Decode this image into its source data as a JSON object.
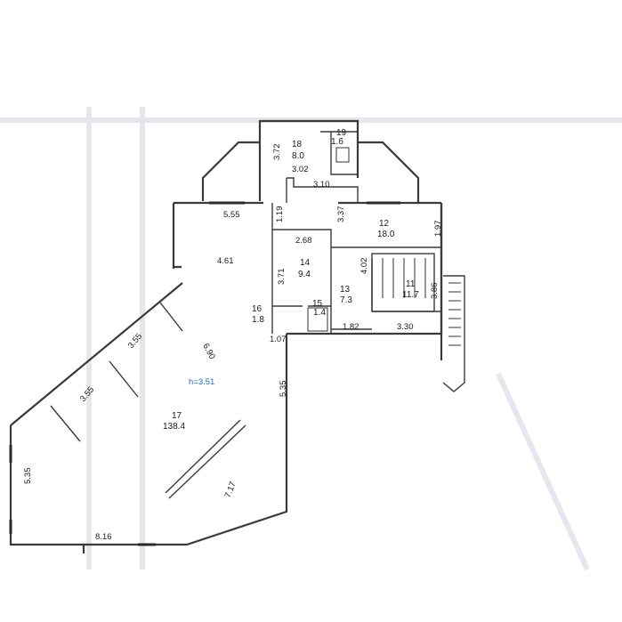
{
  "height_label": "h=3.51",
  "rooms": [
    {
      "number": "11",
      "area": "11.7"
    },
    {
      "number": "12",
      "area": "18.0"
    },
    {
      "number": "13",
      "area": "7.3"
    },
    {
      "number": "14",
      "area": "9.4"
    },
    {
      "number": "15",
      "area": "1.4"
    },
    {
      "number": "16",
      "area": "1.8"
    },
    {
      "number": "17",
      "area": "138.4"
    },
    {
      "number": "18",
      "area": "8.0"
    },
    {
      "number": "19",
      "area": "1.6"
    }
  ],
  "dimensions": {
    "d372": "3.72",
    "d302": "3.02",
    "d310": "3.10",
    "d555_top": "5.55",
    "d119": "1.19",
    "d337": "3.37",
    "d197": "1.97",
    "d268": "2.68",
    "d461": "4.61",
    "d371": "3.71",
    "d402": "4.02",
    "d386": "3.86",
    "d182": "1.82",
    "d330": "3.30",
    "d107": "1.07",
    "d690": "6.90",
    "d355_upper": "3.55",
    "d355_lower": "3.55",
    "d535_right": "5.35",
    "d535_left": "5.35",
    "d717": "7.17",
    "d816": "8.16"
  }
}
